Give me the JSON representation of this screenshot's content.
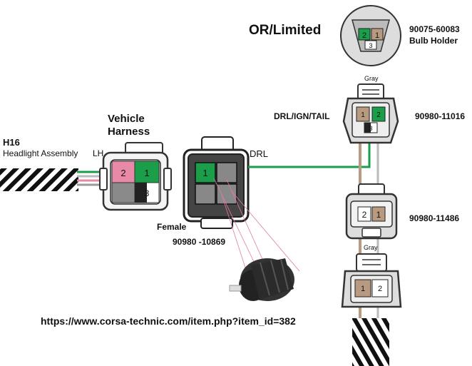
{
  "title": "OR/Limited",
  "bulb_holder": {
    "part_number": "90075-60083",
    "name": "Bulb Holder",
    "pins": [
      "2",
      "1",
      "3"
    ]
  },
  "drl_connector": {
    "color_label": "Gray",
    "circuit_label": "DRL/IGN/TAIL",
    "part_number": "90980-11016",
    "pins": [
      "1",
      "2",
      "3"
    ]
  },
  "mid_connector": {
    "part_number": "90980-11486",
    "pins": [
      "2",
      "1"
    ]
  },
  "lower_connector": {
    "color_label": "Gray",
    "pins": [
      "1",
      "2"
    ]
  },
  "vehicle_harness": {
    "label_line1": "Vehicle",
    "label_line2": "Harness",
    "pins": [
      "2",
      "1",
      "3"
    ]
  },
  "headlight": {
    "line1": "H16",
    "line2": "Headlight Assembly",
    "side": "LH"
  },
  "female_connector": {
    "gender_label": "Female",
    "part_number": "90980 -10869",
    "pin": "1"
  },
  "wire_label": "DRL",
  "url": "https://www.corsa-technic.com/item.php?item_id=382",
  "colors": {
    "green": "#1a9e4a",
    "pink": "#e889a8",
    "tan": "#b89a80",
    "gray": "#8a8a8a",
    "dark": "#222222"
  }
}
